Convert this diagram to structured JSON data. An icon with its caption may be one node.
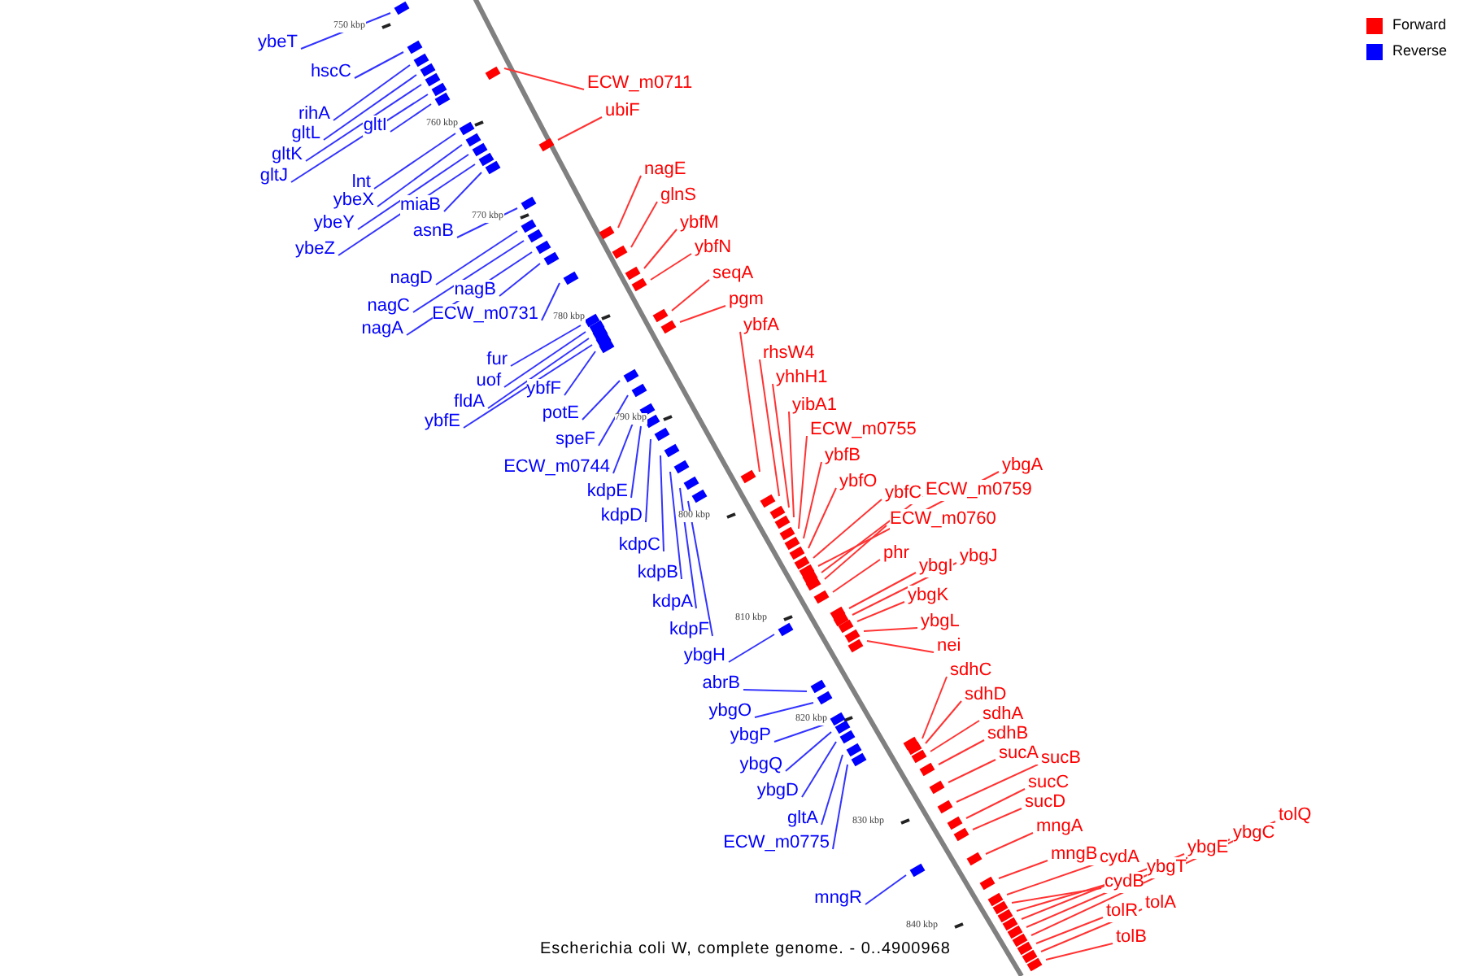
{
  "diagram": {
    "caption": "Escherichia coli W, complete genome. - 0..4900968",
    "nodes": [
      {
        "text": [
          "ybeT"
        ]
      },
      {
        "text": [
          "hscC"
        ]
      },
      {
        "text": [
          "rihA"
        ]
      },
      {
        "text": [
          "gltL"
        ]
      },
      {
        "text": [
          "gltK"
        ]
      },
      {
        "text": [
          "gltJ"
        ]
      },
      {
        "text": [
          "gltI"
        ]
      },
      {
        "text": [
          "lnt"
        ]
      },
      {
        "text": [
          "ybeX"
        ]
      },
      {
        "text": [
          "ybeY"
        ]
      },
      {
        "text": [
          "ybeZ"
        ]
      },
      {
        "text": [
          "miaB"
        ]
      },
      {
        "text": [
          "asnB"
        ]
      },
      {
        "text": [
          "nagD"
        ]
      },
      {
        "text": [
          "nagC"
        ]
      },
      {
        "text": [
          "nagA"
        ]
      },
      {
        "text": [
          "nagB"
        ]
      },
      {
        "text": [
          "ECW_m0731"
        ]
      },
      {
        "text": [
          "fur"
        ]
      },
      {
        "text": [
          "uof"
        ]
      },
      {
        "text": [
          "fldA"
        ]
      },
      {
        "text": [
          "ybfE"
        ]
      },
      {
        "text": [
          "ybfF"
        ]
      },
      {
        "text": [
          "potE"
        ]
      },
      {
        "text": [
          "speF"
        ]
      },
      {
        "text": [
          "ECW_m0744"
        ]
      },
      {
        "text": [
          "kdpE"
        ]
      },
      {
        "text": [
          "kdpD"
        ]
      },
      {
        "text": [
          "kdpC"
        ]
      },
      {
        "text": [
          "kdpB"
        ]
      },
      {
        "text": [
          "kdpA"
        ]
      },
      {
        "text": [
          "kdpF"
        ]
      },
      {
        "text": [
          "ybgH"
        ]
      },
      {
        "text": [
          "abrB"
        ]
      },
      {
        "text": [
          "ybgO"
        ]
      },
      {
        "text": [
          "ybgP"
        ]
      },
      {
        "text": [
          "ybgQ"
        ]
      },
      {
        "text": [
          "ybgD"
        ]
      },
      {
        "text": [
          "gltA"
        ]
      },
      {
        "text": [
          "ECW_m0775"
        ]
      },
      {
        "text": [
          "mngR"
        ]
      },
      {
        "text": [
          "ECW_m0711"
        ]
      },
      {
        "text": [
          "ubiF"
        ]
      },
      {
        "text": [
          "nagE"
        ]
      },
      {
        "text": [
          "glnS"
        ]
      },
      {
        "text": [
          "ybfM"
        ]
      },
      {
        "text": [
          "ybfN"
        ]
      },
      {
        "text": [
          "seqA"
        ]
      },
      {
        "text": [
          "pgm"
        ]
      },
      {
        "text": [
          "ybfA"
        ]
      },
      {
        "text": [
          "rhsW4"
        ]
      },
      {
        "text": [
          "yhhH1"
        ]
      },
      {
        "text": [
          "yibA1"
        ]
      },
      {
        "text": [
          "ECW_m0755"
        ]
      },
      {
        "text": [
          "ybfB"
        ]
      },
      {
        "text": [
          "ybfO"
        ]
      },
      {
        "text": [
          "ybfC"
        ]
      },
      {
        "text": [
          "ybgA"
        ]
      },
      {
        "text": [
          "ECW_m0759"
        ]
      },
      {
        "text": [
          "ECW_m0760"
        ]
      },
      {
        "text": [
          "phr"
        ]
      },
      {
        "text": [
          "ybgI"
        ]
      },
      {
        "text": [
          "ybgJ"
        ]
      },
      {
        "text": [
          "ybgK"
        ]
      },
      {
        "text": [
          "ybgL"
        ]
      },
      {
        "text": [
          "nei"
        ]
      },
      {
        "text": [
          "sdhC"
        ]
      },
      {
        "text": [
          "sdhD"
        ]
      },
      {
        "text": [
          "sdhA"
        ]
      },
      {
        "text": [
          "sdhB"
        ]
      },
      {
        "text": [
          "sucA"
        ]
      },
      {
        "text": [
          "sucB"
        ]
      },
      {
        "text": [
          "sucC"
        ]
      },
      {
        "text": [
          "sucD"
        ]
      },
      {
        "text": [
          "mngA"
        ]
      },
      {
        "text": [
          "mngB"
        ]
      },
      {
        "text": [
          "cydA"
        ]
      },
      {
        "text": [
          "cydB"
        ]
      },
      {
        "text": [
          "ybgT"
        ]
      },
      {
        "text": [
          "ybgE"
        ]
      },
      {
        "text": [
          "ybgC"
        ]
      },
      {
        "text": [
          "tolQ"
        ]
      },
      {
        "text": [
          "tolR"
        ]
      },
      {
        "text": [
          "tolA"
        ]
      },
      {
        "text": [
          "tolB"
        ]
      },
      {
        "text": [],
        "shape": "bar"
      },
      {
        "text": [],
        "shape": "bar"
      },
      {
        "text": [],
        "shape": "bar"
      },
      {
        "text": [],
        "shape": "bar"
      },
      {
        "text": [],
        "shape": "bar"
      },
      {
        "text": [],
        "shape": "bar"
      },
      {
        "text": [],
        "shape": "bar"
      },
      {
        "text": [],
        "shape": "bar"
      },
      {
        "text": [],
        "shape": "bar"
      },
      {
        "text": [],
        "shape": "bar"
      },
      {
        "text": [],
        "shape": "bar"
      },
      {
        "text": [],
        "shape": "bar"
      },
      {
        "text": [],
        "shape": "bar"
      },
      {
        "text": [],
        "shape": "bar"
      },
      {
        "text": [],
        "shape": "bar"
      },
      {
        "text": [],
        "shape": "bar"
      },
      {
        "text": [],
        "shape": "bar"
      },
      {
        "text": [],
        "shape": "bar"
      },
      {
        "text": [],
        "shape": "bar"
      },
      {
        "text": [],
        "shape": "bar"
      },
      {
        "text": [],
        "shape": "bar"
      },
      {
        "text": [],
        "shape": "bar"
      },
      {
        "text": [],
        "shape": "bar"
      },
      {
        "text": [],
        "shape": "bar"
      },
      {
        "text": [],
        "shape": "bar"
      },
      {
        "text": [],
        "shape": "bar"
      },
      {
        "text": [],
        "shape": "bar"
      },
      {
        "text": [],
        "shape": "bar"
      },
      {
        "text": [],
        "shape": "bar"
      },
      {
        "text": [],
        "shape": "bar"
      },
      {
        "text": [],
        "shape": "bar"
      },
      {
        "text": [],
        "shape": "bar"
      },
      {
        "text": [],
        "shape": "bar"
      },
      {
        "text": [],
        "shape": "bar"
      },
      {
        "text": [],
        "shape": "bar"
      },
      {
        "text": [],
        "shape": "bar"
      },
      {
        "text": [],
        "shape": "bar"
      },
      {
        "text": [],
        "shape": "bar"
      },
      {
        "text": [],
        "shape": "bar"
      },
      {
        "text": [],
        "shape": "bar"
      },
      {
        "text": [],
        "shape": "bar"
      },
      {
        "text": [],
        "shape": "bar"
      },
      {
        "text": [],
        "shape": "bar"
      },
      {
        "text": [],
        "shape": "bar"
      },
      {
        "text": [],
        "shape": "bar"
      },
      {
        "text": [],
        "shape": "bar"
      },
      {
        "text": [],
        "shape": "bar"
      },
      {
        "text": [],
        "shape": "bar"
      },
      {
        "text": [],
        "shape": "bar"
      },
      {
        "text": [],
        "shape": "bar"
      },
      {
        "text": [],
        "shape": "bar"
      },
      {
        "text": [],
        "shape": "bar"
      },
      {
        "text": [],
        "shape": "bar"
      },
      {
        "text": [],
        "shape": "bar"
      },
      {
        "text": [],
        "shape": "bar"
      },
      {
        "text": [],
        "shape": "bar"
      },
      {
        "text": [],
        "shape": "bar"
      },
      {
        "text": [],
        "shape": "bar"
      },
      {
        "text": [],
        "shape": "bar"
      },
      {
        "text": [],
        "shape": "bar"
      },
      {
        "text": [],
        "shape": "bar"
      },
      {
        "text": [],
        "shape": "bar"
      },
      {
        "text": [],
        "shape": "bar"
      },
      {
        "text": [],
        "shape": "bar"
      },
      {
        "text": [],
        "shape": "bar"
      },
      {
        "text": [],
        "shape": "bar"
      },
      {
        "text": [],
        "shape": "bar"
      },
      {
        "text": [],
        "shape": "bar"
      },
      {
        "text": [],
        "shape": "bar"
      },
      {
        "text": [],
        "shape": "bar"
      },
      {
        "text": [],
        "shape": "bar"
      },
      {
        "text": [],
        "shape": "bar"
      },
      {
        "text": [],
        "shape": "bar"
      },
      {
        "text": [],
        "shape": "bar"
      },
      {
        "text": [],
        "shape": "bar"
      },
      {
        "text": [],
        "shape": "bar"
      },
      {
        "text": [],
        "shape": "bar"
      },
      {
        "text": [],
        "shape": "bar"
      },
      {
        "text": [],
        "shape": "bar"
      },
      {
        "text": [],
        "shape": "bar"
      },
      {
        "text": [],
        "shape": "bar"
      },
      {
        "text": [],
        "shape": "bar"
      },
      {
        "text": [],
        "shape": "bar"
      },
      {
        "text": [],
        "shape": "bar"
      },
      {
        "text": [],
        "shape": "bar"
      }
    ],
    "edges": [
      {
        "from": 0,
        "to": 85,
        "arrow": "none",
        "color": "#3333ff"
      },
      {
        "from": 1,
        "to": 86,
        "arrow": "none",
        "color": "#3333ff"
      },
      {
        "from": 2,
        "to": 87,
        "arrow": "none",
        "color": "#3333ff"
      },
      {
        "from": 3,
        "to": 88,
        "arrow": "none",
        "color": "#3333ff"
      },
      {
        "from": 4,
        "to": 89,
        "arrow": "none",
        "color": "#3333ff"
      },
      {
        "from": 5,
        "to": 90,
        "arrow": "none",
        "color": "#3333ff"
      },
      {
        "from": 6,
        "to": 91,
        "arrow": "none",
        "color": "#3333ff"
      },
      {
        "from": 7,
        "to": 92,
        "arrow": "none",
        "color": "#3333ff"
      },
      {
        "from": 8,
        "to": 93,
        "arrow": "none",
        "color": "#3333ff"
      },
      {
        "from": 9,
        "to": 94,
        "arrow": "none",
        "color": "#3333ff"
      },
      {
        "from": 10,
        "to": 95,
        "arrow": "none",
        "color": "#3333ff"
      },
      {
        "from": 11,
        "to": 96,
        "arrow": "none",
        "color": "#3333ff"
      },
      {
        "from": 12,
        "to": 97,
        "arrow": "none",
        "color": "#3333ff"
      },
      {
        "from": 13,
        "to": 98,
        "arrow": "none",
        "color": "#3333ff"
      },
      {
        "from": 14,
        "to": 99,
        "arrow": "none",
        "color": "#3333ff"
      },
      {
        "from": 15,
        "to": 100,
        "arrow": "none",
        "color": "#3333ff"
      },
      {
        "from": 16,
        "to": 101,
        "arrow": "none",
        "color": "#3333ff"
      },
      {
        "from": 17,
        "to": 102,
        "arrow": "none",
        "color": "#3333ff"
      },
      {
        "from": 18,
        "to": 103,
        "arrow": "none",
        "color": "#3333ff"
      },
      {
        "from": 19,
        "to": 104,
        "arrow": "none",
        "color": "#3333ff"
      },
      {
        "from": 20,
        "to": 105,
        "arrow": "none",
        "color": "#3333ff"
      },
      {
        "from": 21,
        "to": 106,
        "arrow": "none",
        "color": "#3333ff"
      },
      {
        "from": 22,
        "to": 107,
        "arrow": "none",
        "color": "#3333ff"
      },
      {
        "from": 23,
        "to": 108,
        "arrow": "none",
        "color": "#3333ff"
      },
      {
        "from": 24,
        "to": 109,
        "arrow": "none",
        "color": "#3333ff"
      },
      {
        "from": 25,
        "to": 110,
        "arrow": "none",
        "color": "#3333ff"
      },
      {
        "from": 26,
        "to": 111,
        "arrow": "none",
        "color": "#3333ff"
      },
      {
        "from": 27,
        "to": 112,
        "arrow": "none",
        "color": "#3333ff"
      },
      {
        "from": 28,
        "to": 113,
        "arrow": "none",
        "color": "#3333ff"
      },
      {
        "from": 29,
        "to": 114,
        "arrow": "none",
        "color": "#3333ff"
      },
      {
        "from": 30,
        "to": 115,
        "arrow": "none",
        "color": "#3333ff"
      },
      {
        "from": 31,
        "to": 116,
        "arrow": "none",
        "color": "#3333ff"
      },
      {
        "from": 32,
        "to": 117,
        "arrow": "none",
        "color": "#3333ff"
      },
      {
        "from": 33,
        "to": 118,
        "arrow": "none",
        "color": "#3333ff"
      },
      {
        "from": 34,
        "to": 119,
        "arrow": "none",
        "color": "#3333ff"
      },
      {
        "from": 35,
        "to": 120,
        "arrow": "none",
        "color": "#3333ff"
      },
      {
        "from": 36,
        "to": 121,
        "arrow": "none",
        "color": "#3333ff"
      },
      {
        "from": 37,
        "to": 122,
        "arrow": "none",
        "color": "#3333ff"
      },
      {
        "from": 38,
        "to": 123,
        "arrow": "none",
        "color": "#3333ff"
      },
      {
        "from": 39,
        "to": 124,
        "arrow": "none",
        "color": "#3333ff"
      },
      {
        "from": 40,
        "to": 125,
        "arrow": "none",
        "color": "#3333ff"
      },
      {
        "from": 41,
        "to": 126,
        "arrow": "none"
      },
      {
        "from": 42,
        "to": 127,
        "arrow": "none"
      },
      {
        "from": 43,
        "to": 128,
        "arrow": "none"
      },
      {
        "from": 44,
        "to": 129,
        "arrow": "none"
      },
      {
        "from": 45,
        "to": 130,
        "arrow": "none"
      },
      {
        "from": 46,
        "to": 131,
        "arrow": "none"
      },
      {
        "from": 47,
        "to": 132,
        "arrow": "none"
      },
      {
        "from": 48,
        "to": 133,
        "arrow": "none"
      },
      {
        "from": 49,
        "to": 134,
        "arrow": "none"
      },
      {
        "from": 50,
        "to": 135,
        "arrow": "none"
      },
      {
        "from": 51,
        "to": 136,
        "arrow": "none"
      },
      {
        "from": 52,
        "to": 137,
        "arrow": "none"
      },
      {
        "from": 53,
        "to": 138,
        "arrow": "none"
      },
      {
        "from": 54,
        "to": 139,
        "arrow": "none"
      },
      {
        "from": 55,
        "to": 140,
        "arrow": "none"
      },
      {
        "from": 56,
        "to": 141,
        "arrow": "none"
      },
      {
        "from": 57,
        "to": 142,
        "arrow": "none"
      },
      {
        "from": 58,
        "to": 143,
        "arrow": "none"
      },
      {
        "from": 59,
        "to": 144,
        "arrow": "none"
      },
      {
        "from": 60,
        "to": 145,
        "arrow": "none"
      },
      {
        "from": 61,
        "to": 146,
        "arrow": "none"
      },
      {
        "from": 62,
        "to": 147,
        "arrow": "none"
      },
      {
        "from": 63,
        "to": 148,
        "arrow": "none"
      },
      {
        "from": 64,
        "to": 149,
        "arrow": "none"
      },
      {
        "from": 65,
        "to": 150,
        "arrow": "none"
      },
      {
        "from": 66,
        "to": 151,
        "arrow": "none"
      },
      {
        "from": 67,
        "to": 152,
        "arrow": "none"
      },
      {
        "from": 68,
        "to": 153,
        "arrow": "none"
      },
      {
        "from": 69,
        "to": 154,
        "arrow": "none"
      },
      {
        "from": 70,
        "to": 155,
        "arrow": "none"
      },
      {
        "from": 71,
        "to": 156,
        "arrow": "none"
      },
      {
        "from": 72,
        "to": 157,
        "arrow": "none"
      },
      {
        "from": 73,
        "to": 158,
        "arrow": "none"
      },
      {
        "from": 74,
        "to": 159,
        "arrow": "none"
      },
      {
        "from": 75,
        "to": 160,
        "arrow": "none"
      },
      {
        "from": 76,
        "to": 161,
        "arrow": "none"
      },
      {
        "from": 77,
        "to": 162,
        "arrow": "none"
      },
      {
        "from": 78,
        "to": 163,
        "arrow": "none"
      },
      {
        "from": 79,
        "to": 164,
        "arrow": "none"
      },
      {
        "from": 80,
        "to": 165,
        "arrow": "none"
      },
      {
        "from": 81,
        "to": 166,
        "arrow": "none"
      },
      {
        "from": 82,
        "to": 167,
        "arrow": "none"
      },
      {
        "from": 83,
        "to": 168,
        "arrow": "none"
      },
      {
        "from": 84,
        "to": 169,
        "arrow": "none"
      }
    ],
    "labels": [
      "750 kbp",
      "760 kbp",
      "770 kbp",
      "780 kbp",
      "790 kbp",
      "800 kbp",
      "810 kbp",
      "820 kbp",
      "830 kbp",
      "840 kbp"
    ],
    "legend": [
      {
        "text": "Forward",
        "color": "#ff0000"
      },
      {
        "text": "Reverse",
        "color": "#0000ff"
      }
    ]
  }
}
